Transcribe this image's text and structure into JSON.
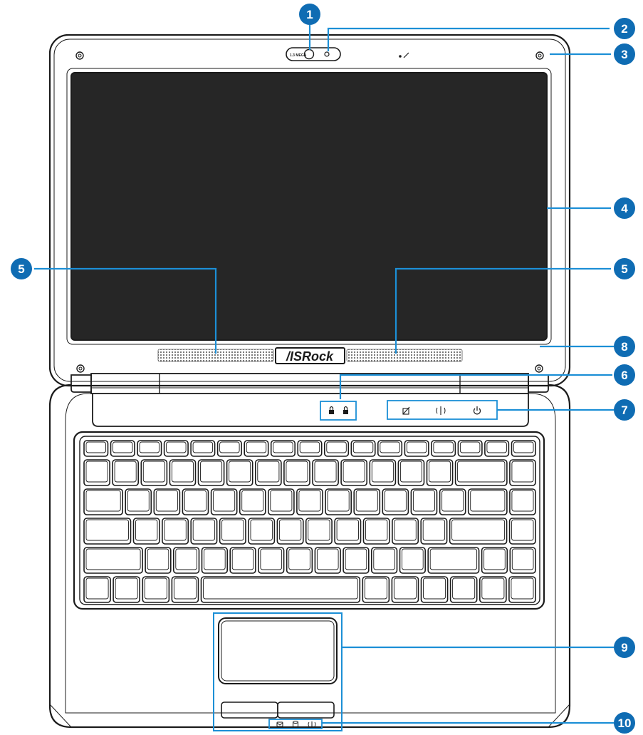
{
  "logo_text": "/ISRock",
  "webcam_label": "1.3 MEGA",
  "callouts": [
    "1",
    "2",
    "3",
    "4",
    "5",
    "5",
    "6",
    "7",
    "8",
    "9",
    "10"
  ],
  "colors": {
    "callout_fill": "#0f6cb3",
    "callout_line": "#1c8fd6",
    "outline": "#1b1b1b"
  },
  "icons": {
    "lock_indicators": [
      "caps-lock-icon",
      "num-lock-icon"
    ],
    "status_buttons": [
      "touchpad-toggle-icon",
      "wireless-icon",
      "power-icon"
    ],
    "front_indicators": [
      "mail-icon",
      "hdd-icon",
      "wifi-status-icon"
    ]
  }
}
